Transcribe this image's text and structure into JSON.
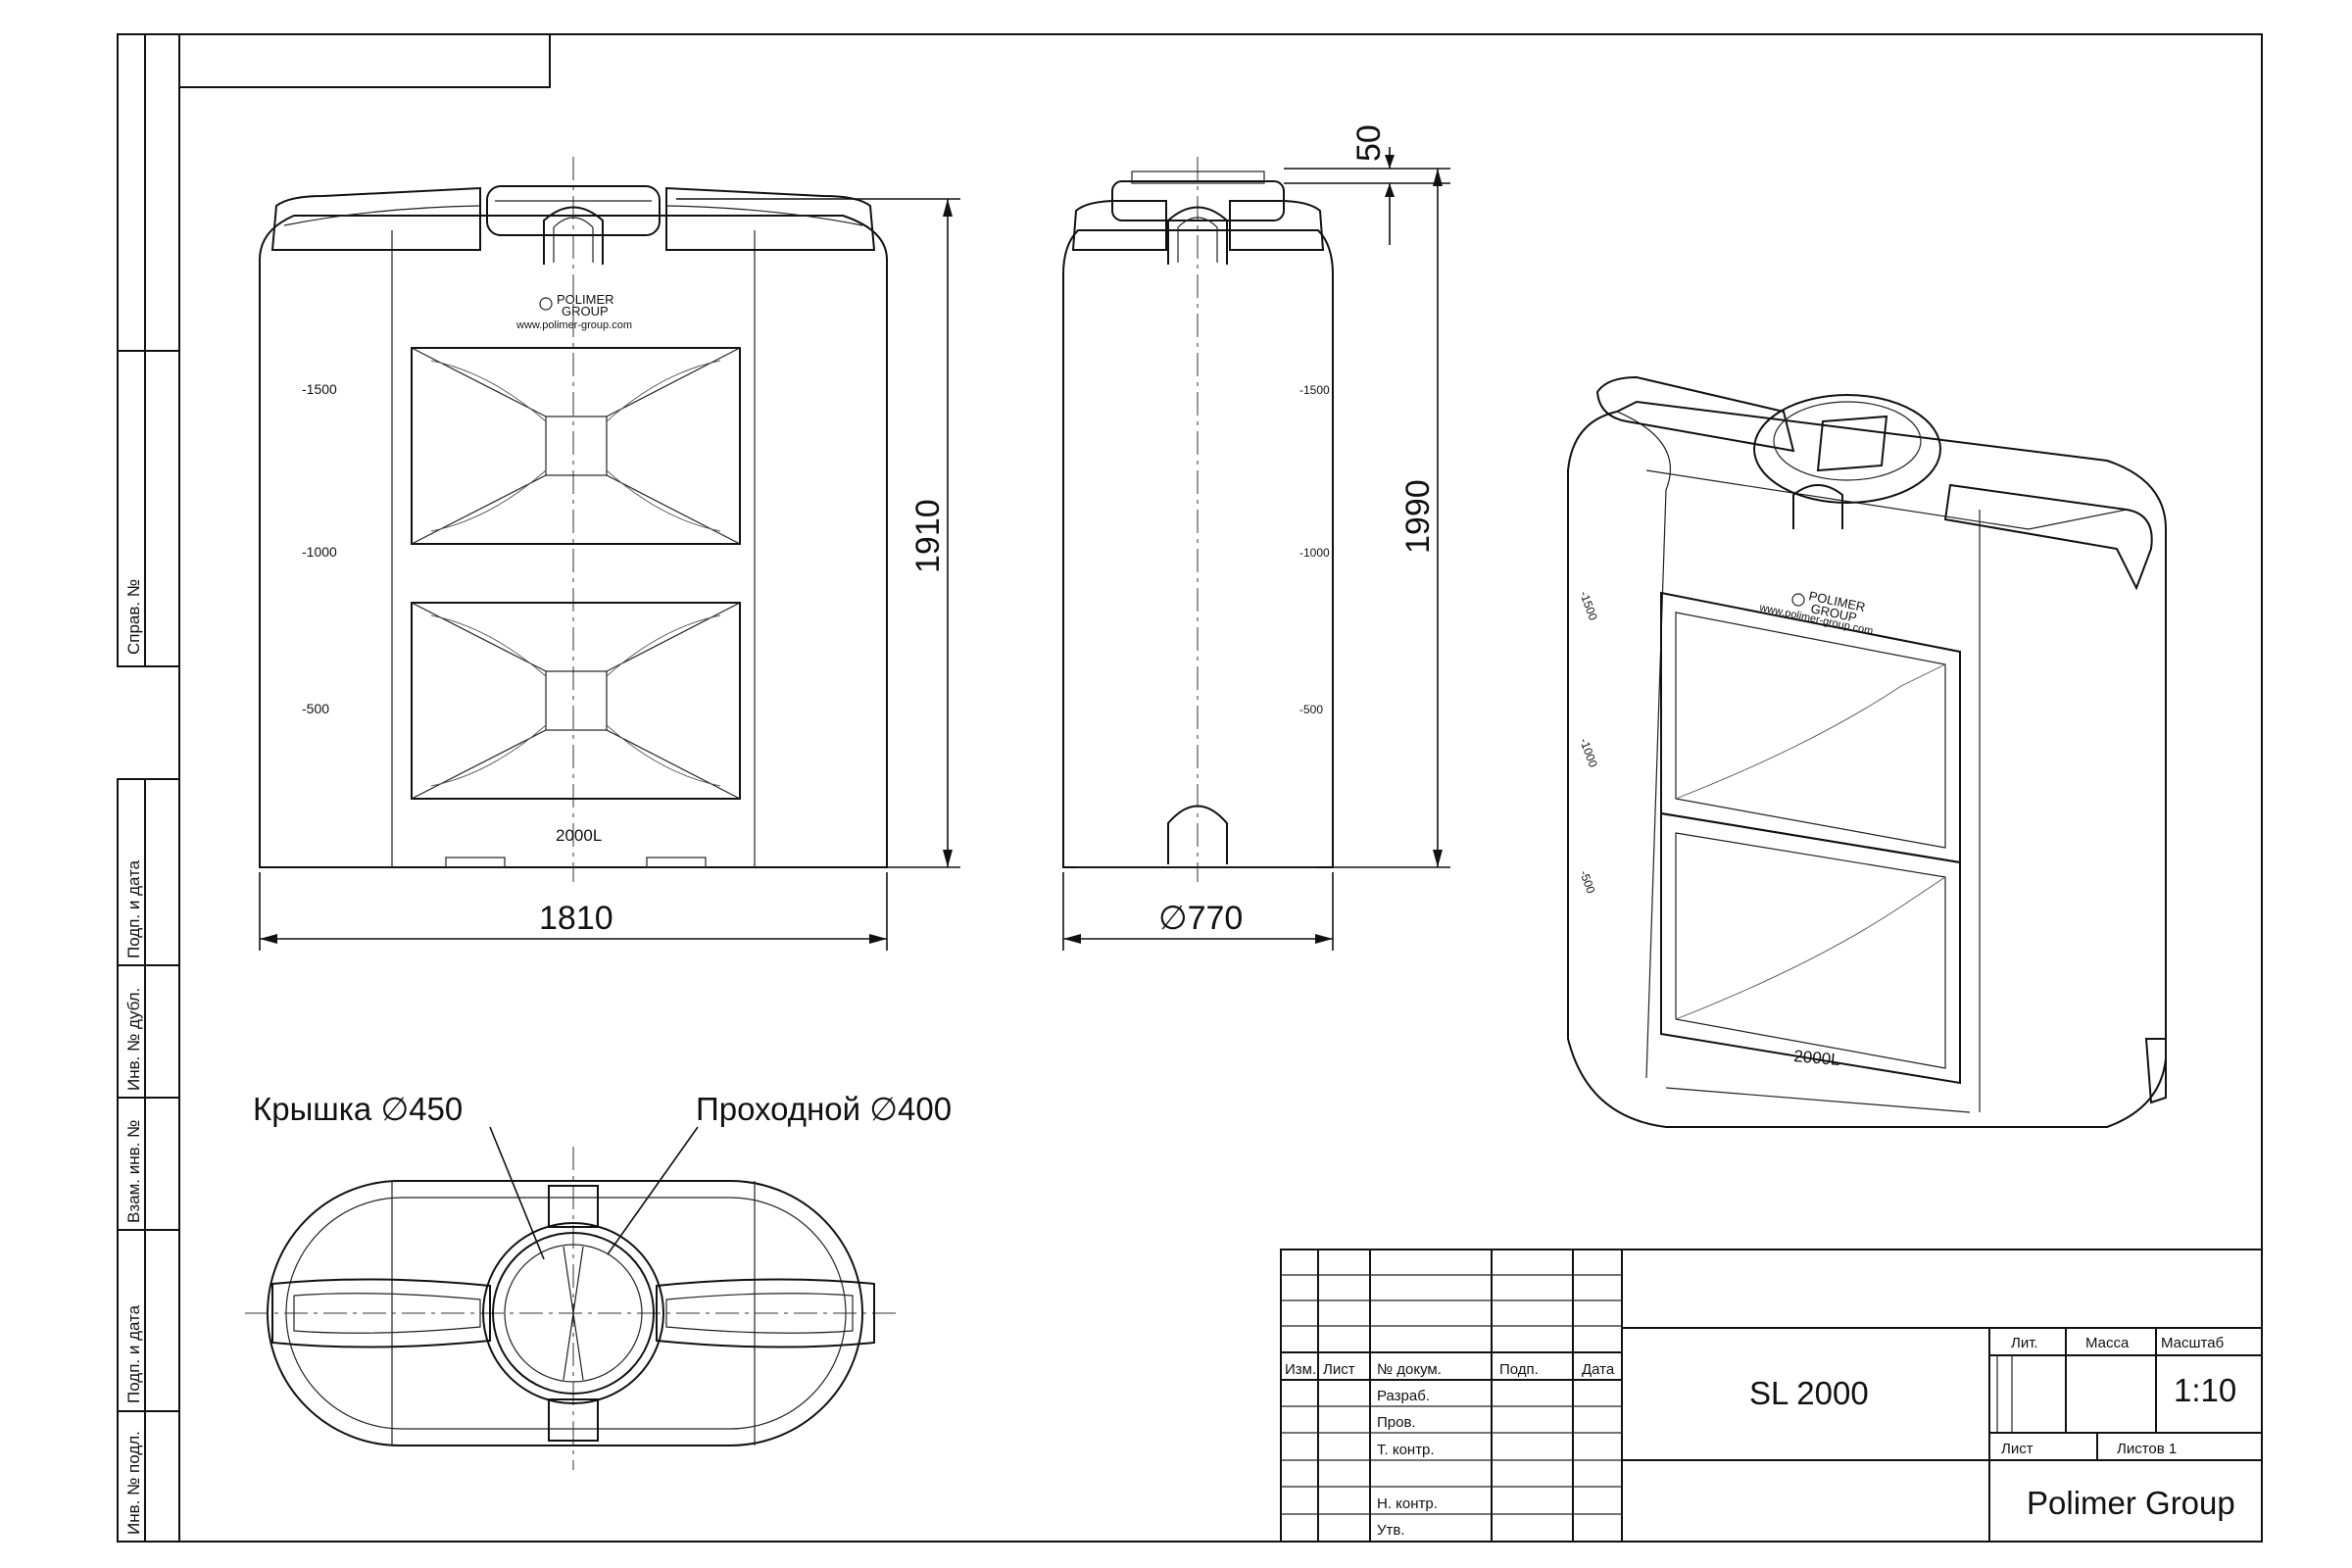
{
  "side_stamps": {
    "sprav": "Справ. №",
    "podp1": "Подп. и дата",
    "inv_dubl": "Инв. № дубл.",
    "vzam": "Взам. инв. №",
    "podp2": "Подп. и дата",
    "inv_podl": "Инв. № подл."
  },
  "front_view": {
    "brand_line1": "POLIMER",
    "brand_line2": "GROUP",
    "site": "www.polimer-group.com",
    "marks": [
      "-1500",
      "-1000",
      "-500"
    ],
    "capacity": "2000L",
    "width_dim": "1810",
    "height_dim": "1910"
  },
  "side_view": {
    "marks": [
      "-1500",
      "-1000",
      "-500"
    ],
    "diameter_dim": "∅770",
    "height_dim": "1990",
    "lid_dim": "50"
  },
  "top_view": {
    "lid_label": "Крышка ∅450",
    "manhole_label": "Проходной ∅400"
  },
  "iso_view": {
    "brand_line1": "POLIMER",
    "brand_line2": "GROUP",
    "site": "www.polimer-group.com",
    "marks": [
      "-1500",
      "-1000",
      "-500"
    ],
    "capacity": "2000L"
  },
  "title_block": {
    "col_izm": "Изм.",
    "col_list": "Лист",
    "col_dokum": "№ докум.",
    "col_podp": "Подп.",
    "col_data": "Дата",
    "row_razrab": "Разраб.",
    "row_prov": "Пров.",
    "row_tkontr": "Т. контр.",
    "row_nkontr": "Н. контр.",
    "row_utv": "Утв.",
    "product": "SL 2000",
    "lit": "Лит.",
    "massa": "Масса",
    "masshtab": "Масштаб",
    "scale": "1:10",
    "list_label": "Лист",
    "listov_label": "Листов 1",
    "company": "Polimer Group"
  }
}
